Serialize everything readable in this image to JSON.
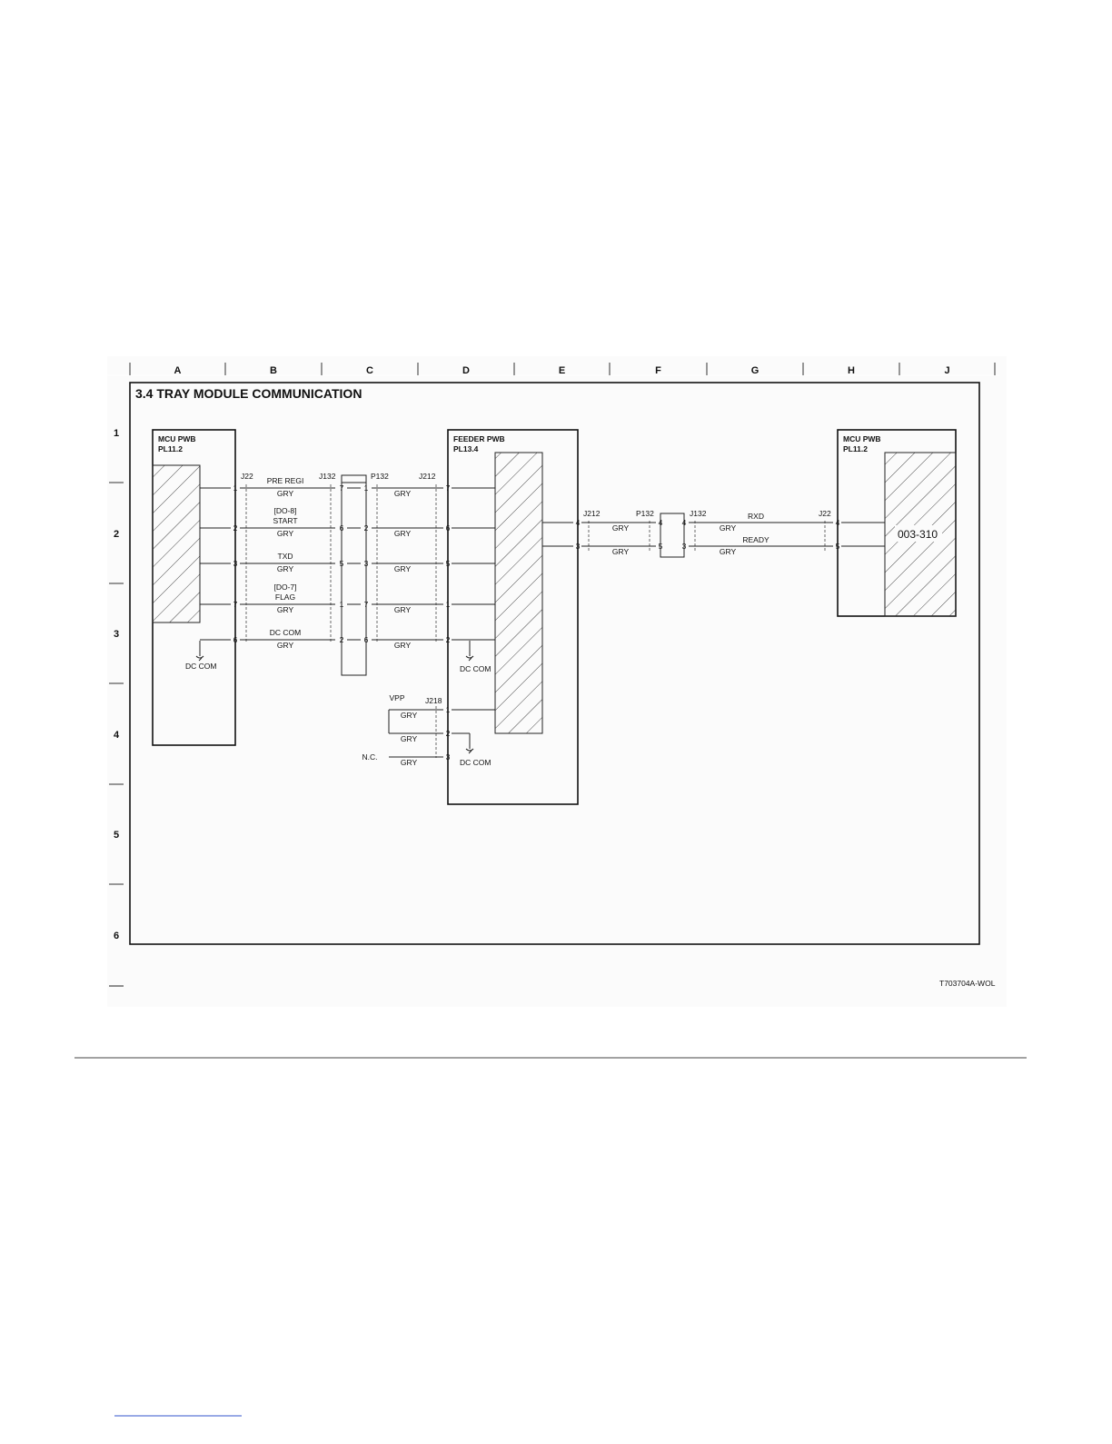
{
  "title": "3.4 TRAY MODULE COMMUNICATION",
  "columns": [
    "A",
    "B",
    "C",
    "D",
    "E",
    "F",
    "G",
    "H",
    "J"
  ],
  "rows": [
    "1",
    "2",
    "3",
    "4",
    "5",
    "6"
  ],
  "figure_id": "T703704A-WOL",
  "boards": {
    "mcu_left": {
      "name": "MCU PWB",
      "ref": "PL11.2"
    },
    "feeder": {
      "name": "FEEDER PWB",
      "ref": "PL13.4"
    },
    "mcu_right": {
      "name": "MCU PWB",
      "ref": "PL11.2",
      "code": "003-310"
    }
  },
  "connectors": {
    "j22": "J22",
    "j132": "J132",
    "p132": "P132",
    "j212": "J212",
    "j218": "J218"
  },
  "left_wires": [
    {
      "signal": "PRE REGI",
      "tag": "",
      "color": "GRY",
      "color2": "GRY",
      "j22": "1",
      "j132": "7",
      "p132": "1",
      "j212": "7"
    },
    {
      "signal": "START",
      "tag": "[DO-8]",
      "color": "GRY",
      "color2": "GRY",
      "j22": "2",
      "j132": "6",
      "p132": "2",
      "j212": "6"
    },
    {
      "signal": "TXD",
      "tag": "",
      "color": "GRY",
      "color2": "GRY",
      "j22": "3",
      "j132": "5",
      "p132": "3",
      "j212": "5"
    },
    {
      "signal": "FLAG",
      "tag": "[DO-7]",
      "color": "GRY",
      "color2": "GRY",
      "j22": "7",
      "j132": "1",
      "p132": "7",
      "j212": "1"
    },
    {
      "signal": "DC COM",
      "tag": "",
      "color": "GRY",
      "color2": "GRY",
      "j22": "6",
      "j132": "2",
      "p132": "6",
      "j212": "2"
    }
  ],
  "right_wires": [
    {
      "signal": "RXD",
      "color": "GRY",
      "color2": "GRY",
      "j212": "4",
      "p132": "4",
      "j132": "4",
      "j22": "4"
    },
    {
      "signal": "READY",
      "color": "GRY",
      "color2": "GRY",
      "j212": "3",
      "p132": "5",
      "j132": "3",
      "j22": "5"
    }
  ],
  "j218_wires": [
    {
      "label": "VPP",
      "color": "GRY",
      "pin": "1"
    },
    {
      "label": "",
      "color": "GRY",
      "pin": "2"
    },
    {
      "label": "N.C.",
      "color": "GRY",
      "pin": "3"
    }
  ],
  "ground_label": "DC COM"
}
